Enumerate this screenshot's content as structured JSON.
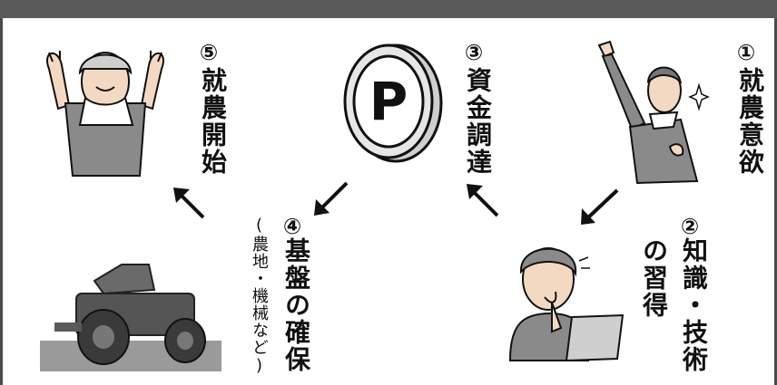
{
  "steps": {
    "s1": {
      "num": "①",
      "label": "就農意欲"
    },
    "s2": {
      "num": "②",
      "label": "知識・技術",
      "label2": "の習得"
    },
    "s3": {
      "num": "③",
      "label": "資金調達"
    },
    "s4": {
      "num": "④",
      "label": "基盤の確保",
      "sub": "(農地・機械など)"
    },
    "s5": {
      "num": "⑤",
      "label": "就農開始"
    }
  },
  "coin": {
    "letter": "P"
  }
}
